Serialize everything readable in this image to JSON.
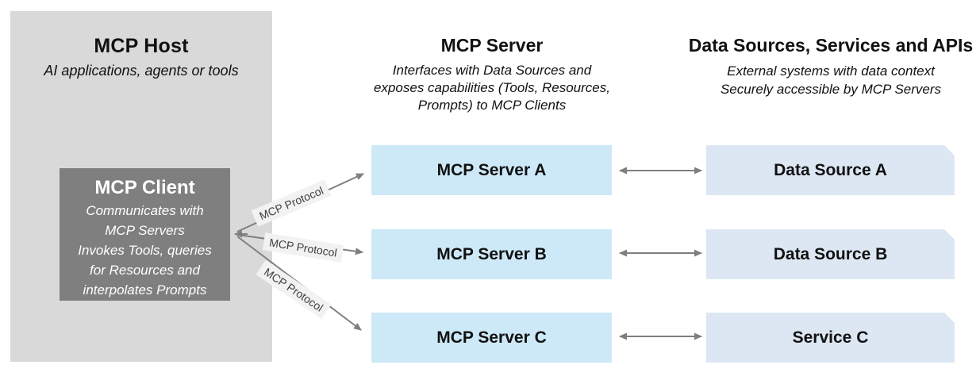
{
  "colors": {
    "host_panel_bg": "#d9d9d9",
    "client_box_bg": "#7f7f7f",
    "server_box_bg": "#cde9f8",
    "data_box_bg": "#dce7f3",
    "protocol_label_bg": "#f2f2f2",
    "arrow": "#7f7f7f"
  },
  "host_panel": {
    "title": "MCP Host",
    "subtitle": "AI applications, agents or tools",
    "client_box": {
      "title": "MCP Client",
      "description": "Communicates with\nMCP Servers\nInvokes Tools, queries\nfor Resources and\ninterpolates Prompts"
    }
  },
  "server_column": {
    "title": "MCP Server",
    "subtitle": "Interfaces with Data Sources and\nexposes capabilities (Tools, Resources,\nPrompts) to MCP Clients",
    "boxes": [
      {
        "label": "MCP Server A"
      },
      {
        "label": "MCP Server B"
      },
      {
        "label": "MCP Server C"
      }
    ]
  },
  "data_column": {
    "title": "Data Sources, Services and APIs",
    "subtitle": "External systems with data context\nSecurely accessible by MCP Servers",
    "boxes": [
      {
        "label": "Data Source A"
      },
      {
        "label": "Data Source B"
      },
      {
        "label": "Service C"
      }
    ]
  },
  "connections": {
    "protocol_labels": [
      {
        "text": "MCP Protocol"
      },
      {
        "text": "MCP Protocol"
      },
      {
        "text": "MCP Protocol"
      }
    ]
  }
}
